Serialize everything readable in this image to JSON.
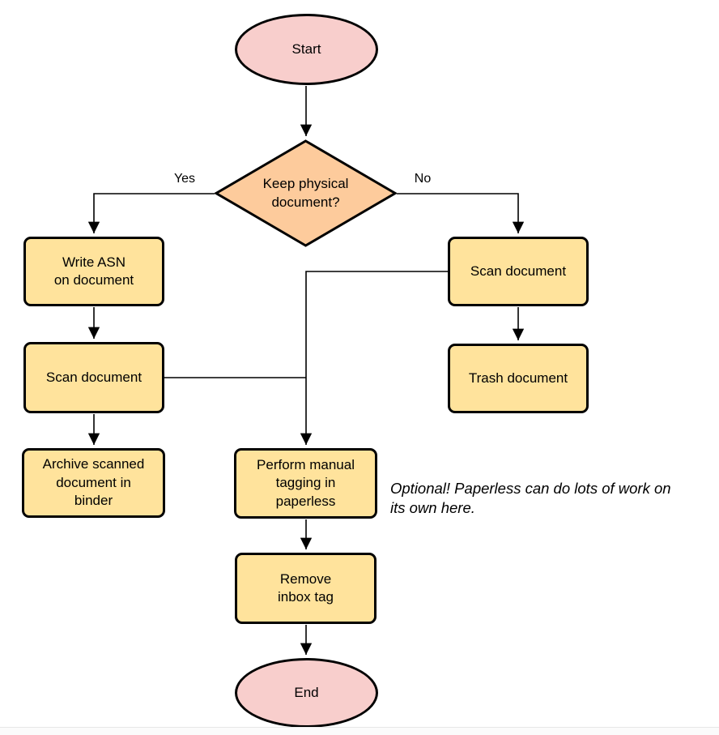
{
  "colors": {
    "terminal-fill": "#f8cecc",
    "decision-fill": "#fdcb9c",
    "process-fill": "#ffe39c",
    "shape-border": "#000000",
    "edge-color": "#000000"
  },
  "flowchart": {
    "nodes": {
      "start": "Start",
      "decision": "Keep physical\ndocument?",
      "write_asn": "Write ASN\non document",
      "scan_left": "Scan document",
      "archive": "Archive scanned\ndocument in\nbinder",
      "scan_right": "Scan document",
      "trash": "Trash document",
      "tagging": "Perform manual\ntagging in\npaperless",
      "remove_inbox": "Remove\ninbox tag",
      "end": "End"
    },
    "edge_labels": {
      "yes": "Yes",
      "no": "No"
    },
    "annotation": "Optional! Paperless can do lots of work on\nits own here."
  }
}
